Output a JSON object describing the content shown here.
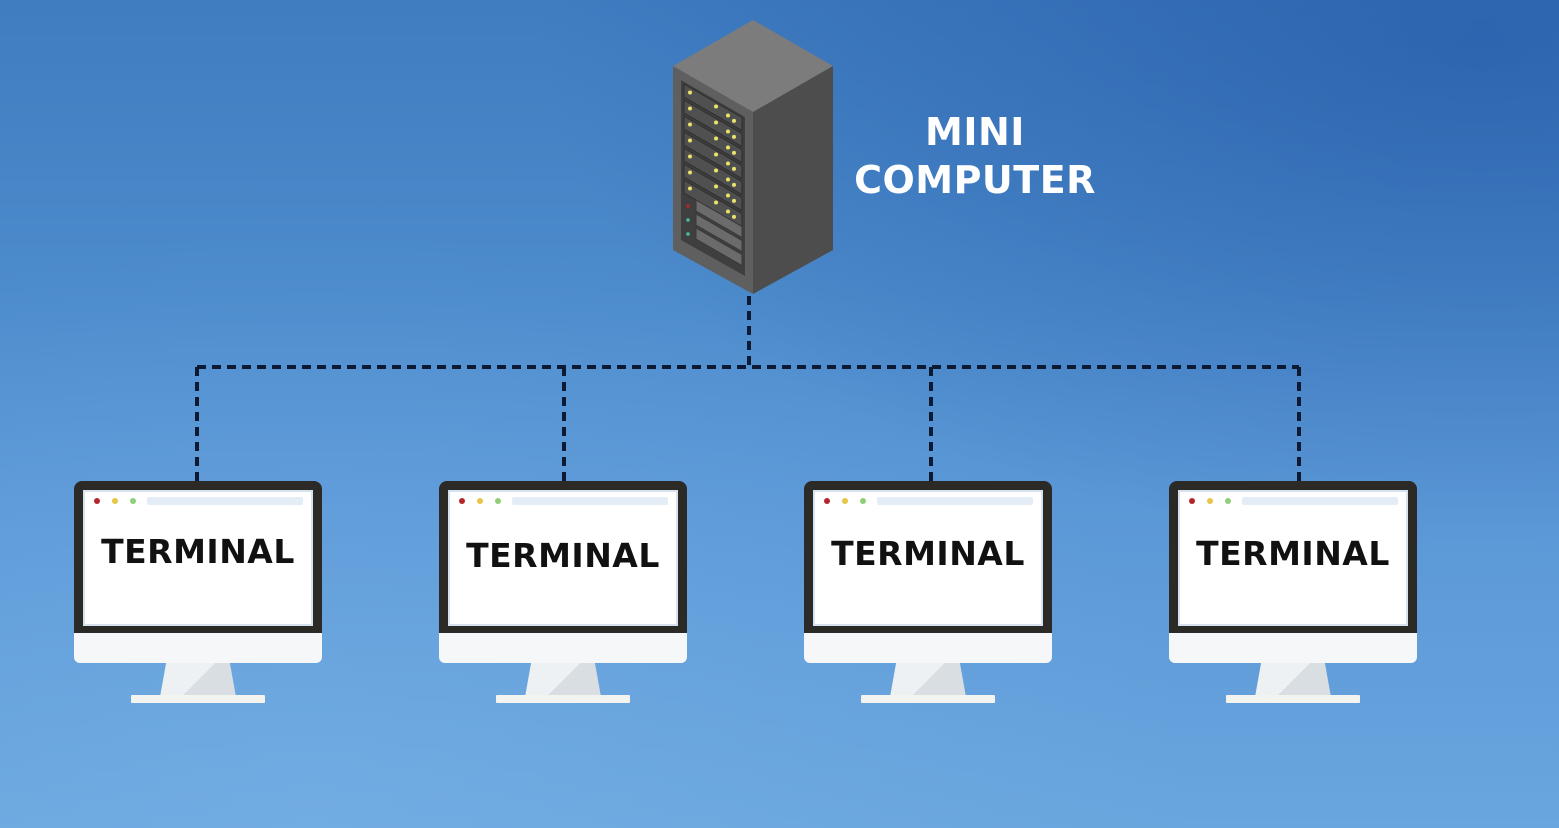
{
  "diagram": {
    "type": "network-topology",
    "server": {
      "label_line1": "MINI",
      "label_line2": "COMPUTER",
      "icon": "server-rack-icon"
    },
    "terminals": [
      {
        "label": "TERMINAL",
        "icon": "monitor-icon"
      },
      {
        "label": "TERMINAL",
        "icon": "monitor-icon"
      },
      {
        "label": "TERMINAL",
        "icon": "monitor-icon"
      },
      {
        "label": "TERMINAL",
        "icon": "monitor-icon"
      }
    ],
    "connections": [
      {
        "from": "server",
        "to": "terminal-1",
        "style": "dashed"
      },
      {
        "from": "server",
        "to": "terminal-2",
        "style": "dashed"
      },
      {
        "from": "server",
        "to": "terminal-3",
        "style": "dashed"
      },
      {
        "from": "server",
        "to": "terminal-4",
        "style": "dashed"
      }
    ]
  },
  "colors": {
    "background": "#4c8bcc",
    "connector": "#0c1a33",
    "label_server": "#ffffff",
    "label_terminal": "#111111",
    "server_front": "#5c5c5c",
    "server_side": "#4e4e4e",
    "server_top": "#7a7a7a",
    "led": "#e9e36a"
  }
}
